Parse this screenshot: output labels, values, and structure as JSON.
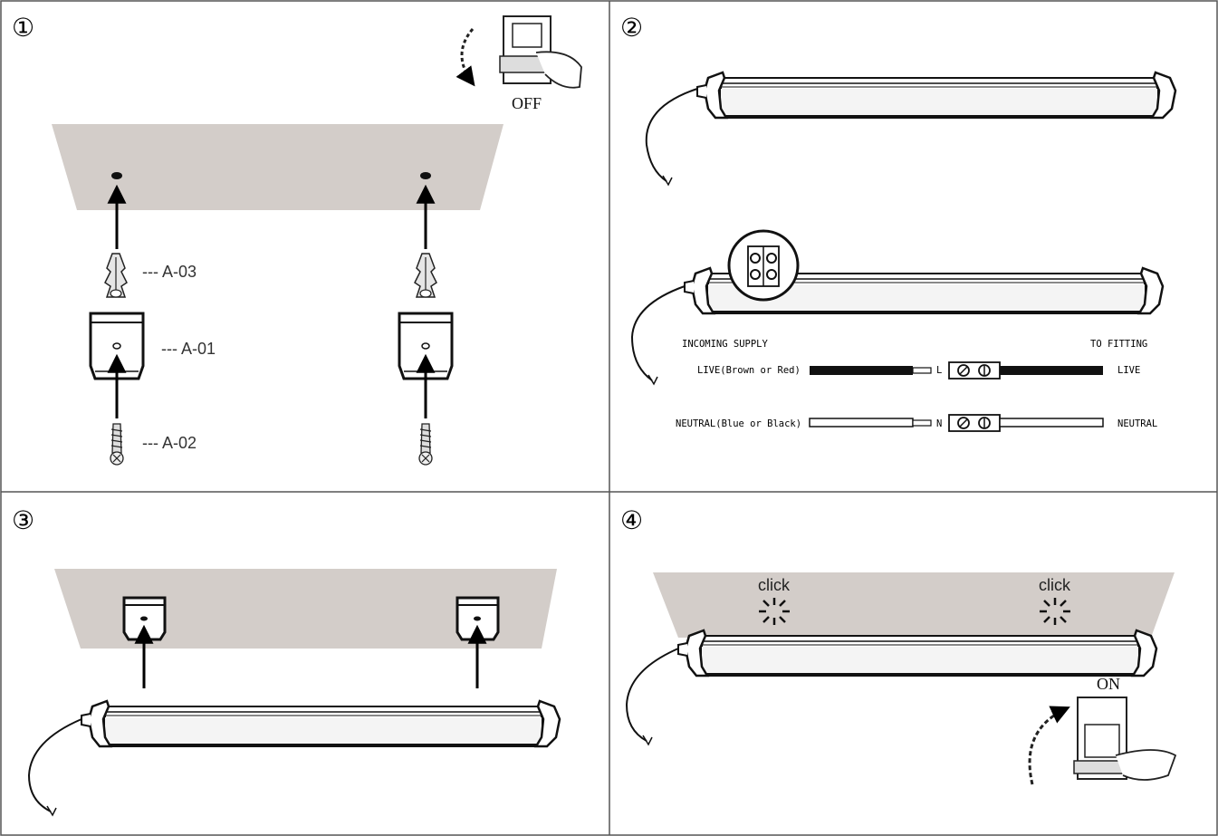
{
  "steps": {
    "one": "①",
    "two": "②",
    "three": "③",
    "four": "④"
  },
  "switch": {
    "off_label": "OFF",
    "on_label": "ON"
  },
  "parts": {
    "anchor": "--- A-03",
    "bracket": "--- A-01",
    "screw": "--- A-02"
  },
  "wiring": {
    "incoming": "INCOMING SUPPLY",
    "to_fitting": "TO FITTING",
    "live_in": "LIVE(Brown or Red)",
    "neutral_in": "NEUTRAL(Blue or Black)",
    "live_out": "LIVE",
    "neutral_out": "NEUTRAL",
    "live_terminal": "L",
    "neutral_terminal": "N"
  },
  "click": {
    "left": "click",
    "right": "click"
  },
  "colors": {
    "ceiling": "#d3cdc9",
    "line": "#000000",
    "frame": "#555555"
  }
}
